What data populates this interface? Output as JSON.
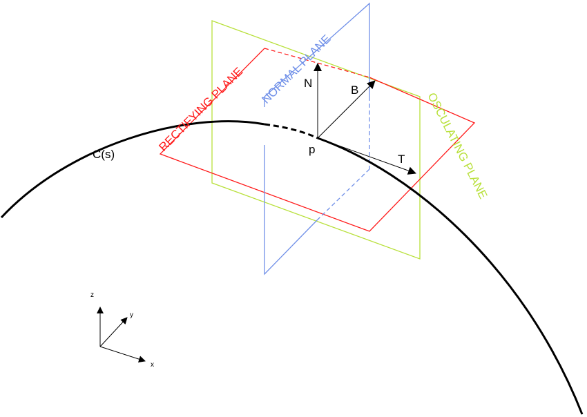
{
  "curve": {
    "label": "C(s)"
  },
  "point": {
    "label": "p"
  },
  "vectors": {
    "tangent": "T",
    "normal": "N",
    "binormal": "B"
  },
  "planes": {
    "rectifying": {
      "label": "RECTIFYING PLANE",
      "color": "#ff1a1a"
    },
    "normal": {
      "label": "NORMAL PLANE",
      "color": "#6f8fe8"
    },
    "osculating": {
      "label": "OSCULATING PLANE",
      "color": "#b8e03a"
    }
  },
  "axes": {
    "x": "x",
    "y": "y",
    "z": "z"
  }
}
